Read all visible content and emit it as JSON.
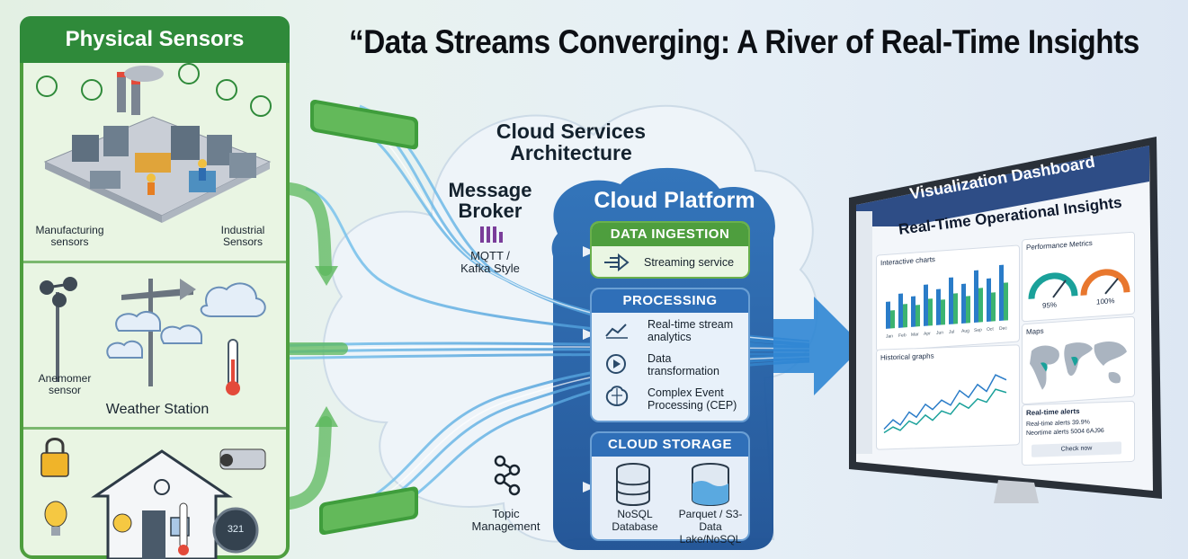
{
  "title": "“Data Streams Converging: A River of Real-Time Insights",
  "left_panel": {
    "header": "Physical Sensors",
    "manufacturing_label": "Manufacturing\nsensors",
    "industrial_label": "Industrial\nSensors",
    "anemometer_label": "Anemomer\nsensor",
    "weather_label": "Weather Station",
    "thermostat_value": "321"
  },
  "cloud": {
    "architecture_title": "Cloud Services\nArchitecture",
    "broker_title": "Message\nBroker",
    "broker_sub": "MQTT /\nKafka Style",
    "topic_label": "Topic\nManagement",
    "platform_title": "Cloud Platform",
    "ingestion": {
      "header": "DATA INGESTION",
      "item": "Streaming service"
    },
    "processing": {
      "header": "PROCESSING",
      "items": [
        "Real-time stream\nanalytics",
        "Data\ntransformation",
        "Complex Event\nProcessing (CEP)"
      ]
    },
    "storage": {
      "header": "CLOUD STORAGE",
      "items": [
        "NoSQL\nDatabase",
        "Parquet / S3-\nData Lake/NoSQL"
      ]
    }
  },
  "dashboard": {
    "title": "Visualization Dashboard",
    "subtitle": "Real-Time Operational Insights",
    "bar_card_title": "Interactive charts",
    "perf_title": "Performance Metrics",
    "gauge1_value": "95%",
    "gauge2_value": "100%",
    "maps_title": "Maps",
    "line_card_title": "Historical graphs",
    "alerts_title": "Real-time alerts",
    "alert_lines": [
      "Real-time alerts 39.9%",
      "Neortime alerts 5004 6AJ96"
    ],
    "alert_button": "Check now",
    "months": [
      "Jan",
      "Feb",
      "Mar",
      "Apr",
      "Jun",
      "Jul",
      "Aug",
      "Sep",
      "Oct",
      "Dec"
    ]
  },
  "colors": {
    "green": "#2f8a3a",
    "cloud_blue": "#1e5fa8",
    "stream": "#3da0e0",
    "accent_orange": "#e8772e"
  }
}
